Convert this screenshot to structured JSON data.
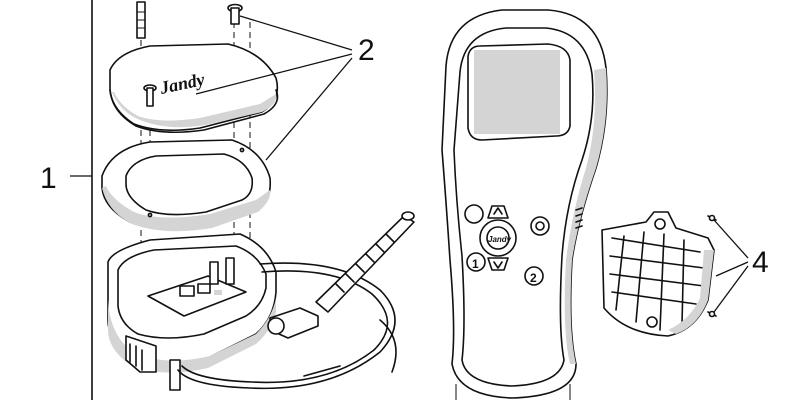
{
  "callouts": [
    {
      "id": "callout-1",
      "label": "1"
    },
    {
      "id": "callout-2",
      "label": "2"
    },
    {
      "id": "callout-4",
      "label": "4"
    }
  ],
  "lid_logo": "Jandy",
  "remote": {
    "button_left": "1",
    "button_right": "2",
    "center_logo": "Jandy"
  },
  "colors": {
    "line": "#111111",
    "shade": "#d4d4d4",
    "background": "#ffffff"
  }
}
